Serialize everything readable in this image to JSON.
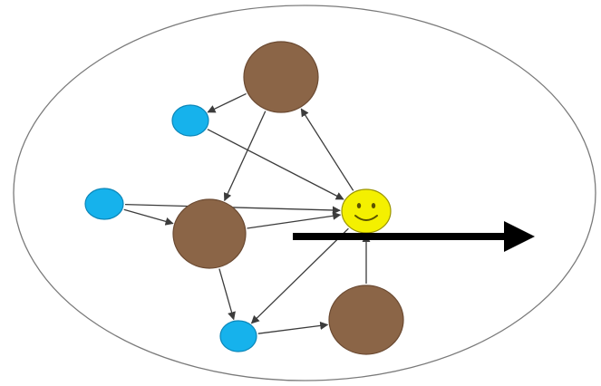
{
  "colors": {
    "background": "#ffffff",
    "boundary": "#7a7a7a",
    "large_node_fill": "#8b6547",
    "large_node_stroke": "#6b4a32",
    "small_node_fill": "#16b2ec",
    "small_node_stroke": "#0c86b8",
    "agent_fill": "#f4f000",
    "agent_stroke": "#9a9400",
    "edge": "#3c3c3c",
    "movement_arrow": "#000000"
  },
  "icons": {
    "agent": "smiley-face-icon"
  },
  "nodes": [
    {
      "id": "large-top",
      "kind": "large"
    },
    {
      "id": "large-middle",
      "kind": "large"
    },
    {
      "id": "large-bottom",
      "kind": "large"
    },
    {
      "id": "small-top",
      "kind": "small"
    },
    {
      "id": "small-left",
      "kind": "small"
    },
    {
      "id": "small-bottom",
      "kind": "small"
    },
    {
      "id": "agent",
      "kind": "agent"
    }
  ],
  "edges": [
    {
      "from": "large-top",
      "to": "small-top"
    },
    {
      "from": "large-top",
      "to": "large-middle"
    },
    {
      "from": "small-top",
      "to": "agent"
    },
    {
      "from": "small-left",
      "to": "agent"
    },
    {
      "from": "small-left",
      "to": "large-middle"
    },
    {
      "from": "large-middle",
      "to": "agent"
    },
    {
      "from": "large-middle",
      "to": "small-bottom"
    },
    {
      "from": "agent",
      "to": "large-top"
    },
    {
      "from": "agent",
      "to": "small-bottom"
    },
    {
      "from": "small-bottom",
      "to": "large-bottom"
    },
    {
      "from": "large-bottom",
      "to": "agent"
    }
  ]
}
